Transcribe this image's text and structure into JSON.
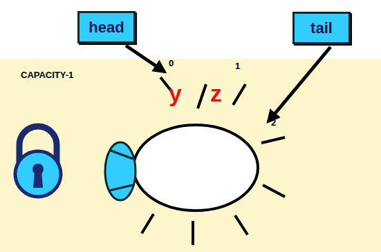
{
  "diagram": {
    "nodes": [
      {
        "text": [
          "head"
        ]
      },
      {
        "text": [
          "tail"
        ]
      }
    ],
    "labels": [
      "0",
      "1",
      "2",
      "CAPACITY-1",
      "y",
      "z"
    ]
  }
}
